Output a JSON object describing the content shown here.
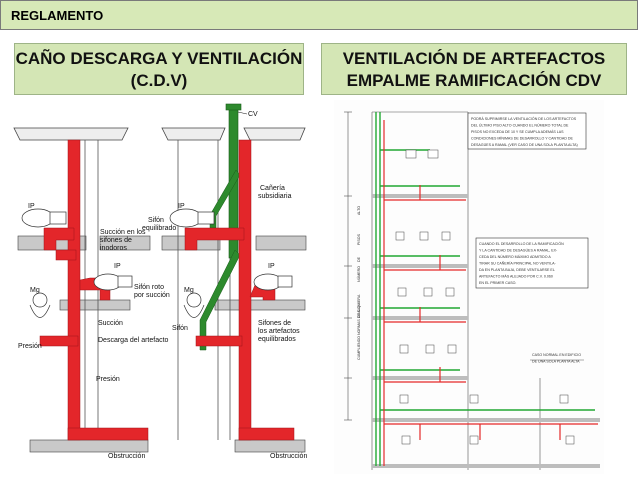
{
  "header": {
    "title": "REGLAMENTO"
  },
  "left_panel": {
    "title_line1": "CAÑO DESCARGA Y VENTILACIÓN",
    "title_line2": "(C.D.V)",
    "labels": {
      "cv": "CV",
      "ip_1": "IP",
      "ip_2": "IP",
      "ip_3": "IP",
      "ip_4": "IP",
      "mg_1": "Mg",
      "mg_2": "Mg",
      "succion_1": "Succión en los",
      "succion_2": "sifones de",
      "succion_3": "inodoros",
      "sifon_eq_1": "Sifón",
      "sifon_eq_2": "equilibrado",
      "caneria_1": "Cañería",
      "caneria_2": "subsidiaria",
      "sifon_roto_1": "Sifón roto",
      "sifon_roto_2": "por succión",
      "succion": "Succión",
      "descarga": "Descarga del artefacto",
      "presion_1": "Presión",
      "presion_2": "Presión",
      "sifon": "Sifón",
      "sifones_art_1": "Sifones de",
      "sifones_art_2": "los artefactos",
      "sifones_art_3": "equilibrados",
      "obstruccion_1": "Obstrucción",
      "obstruccion_2": "Obstrucción"
    }
  },
  "right_panel": {
    "title_line1": "VENTILACIÓN DE ARTEFACTOS",
    "title_line2": "EMPALME RAMIFICACIÓN CDV",
    "note_top": [
      "PODRÁ SUPRIMIRSE LA VENTILACIÓN DE LOS ARTEFACTOS",
      "DEL ÚLTIMO PISO ALTO CUANDO EL NÚMERO TOTAL DE",
      "PISOS NO EXCEDA DE 10 Y SE CUMPLA ADEMÁS LAS",
      "CONDICIONES MÍNIMAS DE DESARROLLO Y CANTIDAD DE",
      "DESAGÜES A RAMAL (VER CASO DE UNA SOLA PLANTA ALTA)"
    ],
    "note_mid": [
      "CUANDO EL DESARROLLO DE LA RAMIFICACIÓN",
      "Y LA CANTIDAD DE DESAGÜES A RAMAL, EX-",
      "CEDA DEL NÚMERO MÁXIMO ADMITIDO A",
      "TIRAR SU CAÑERÍA PRINCIPAL NO VENTILA-",
      "DA EN PLANTA BAJA, DEBE VENTILARSE EL",
      "ARTEFACTO MÁS ALEJADO POR C.V. 0.060",
      "EN EL PRIMER CASO."
    ],
    "note_bottom": [
      "CASO NORMAL EN EDIFICIO",
      "DE UNA SOLA PLANTA ALTA"
    ],
    "vertical_labels": [
      "ALTO",
      "PISOS",
      "DE",
      "NÚMERO",
      "CUALQUIERA",
      "CUMPLIENDO NORMAS DE C.D.V."
    ]
  }
}
